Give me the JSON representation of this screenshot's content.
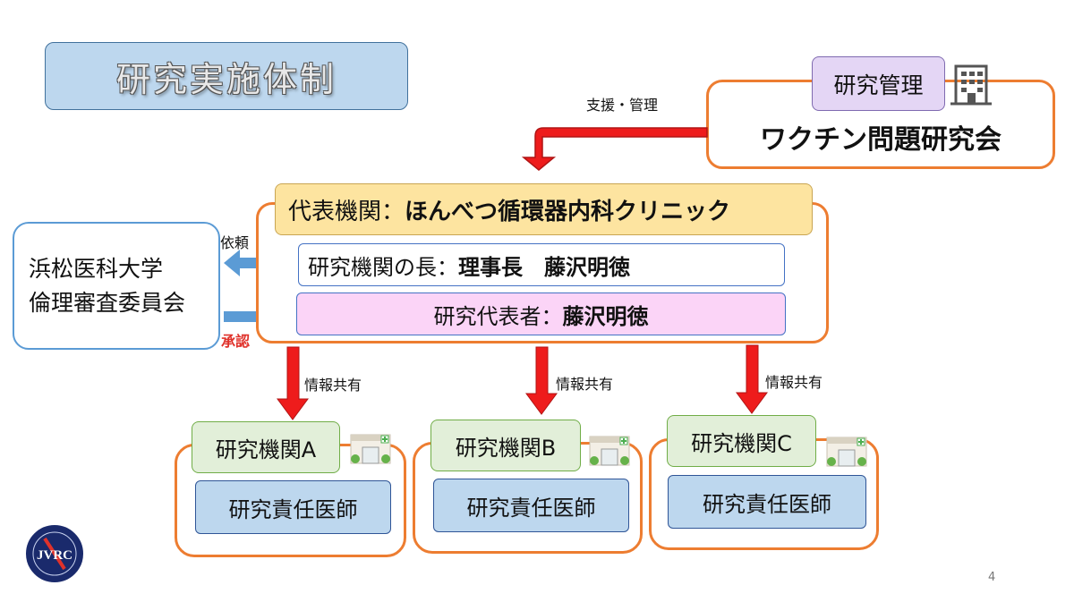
{
  "title": "研究実施体制",
  "management": {
    "label": "研究管理",
    "org": "ワクチン問題研究会",
    "arrow_label": "支援・管理",
    "icon": "building-icon"
  },
  "representative": {
    "prefix": "代表機関：",
    "name": "ほんべつ循環器内科クリニック",
    "head_prefix": "研究機関の長：",
    "head_name": "理事長　藤沢明徳",
    "pi_prefix": "研究代表者：",
    "pi_name": "藤沢明徳"
  },
  "ethics": {
    "line1": "浜松医科大学",
    "line2": "倫理審査委員会",
    "request_label": "依頼",
    "approval_label": "承認",
    "approval_color": "#e0322b"
  },
  "share_label": "情報共有",
  "institutions": [
    {
      "name": "研究機関A",
      "doctor": "研究責任医師",
      "icon": "clinic-icon"
    },
    {
      "name": "研究機関B",
      "doctor": "研究責任医師",
      "icon": "clinic-icon"
    },
    {
      "name": "研究機関C",
      "doctor": "研究責任医師",
      "icon": "clinic-icon"
    }
  ],
  "logo_text": "JVRC",
  "page_number": "4",
  "colors": {
    "accent_orange": "#ed7d31",
    "arrow_red": "#ee1c1c",
    "arrow_blue": "#5b9bd5"
  }
}
